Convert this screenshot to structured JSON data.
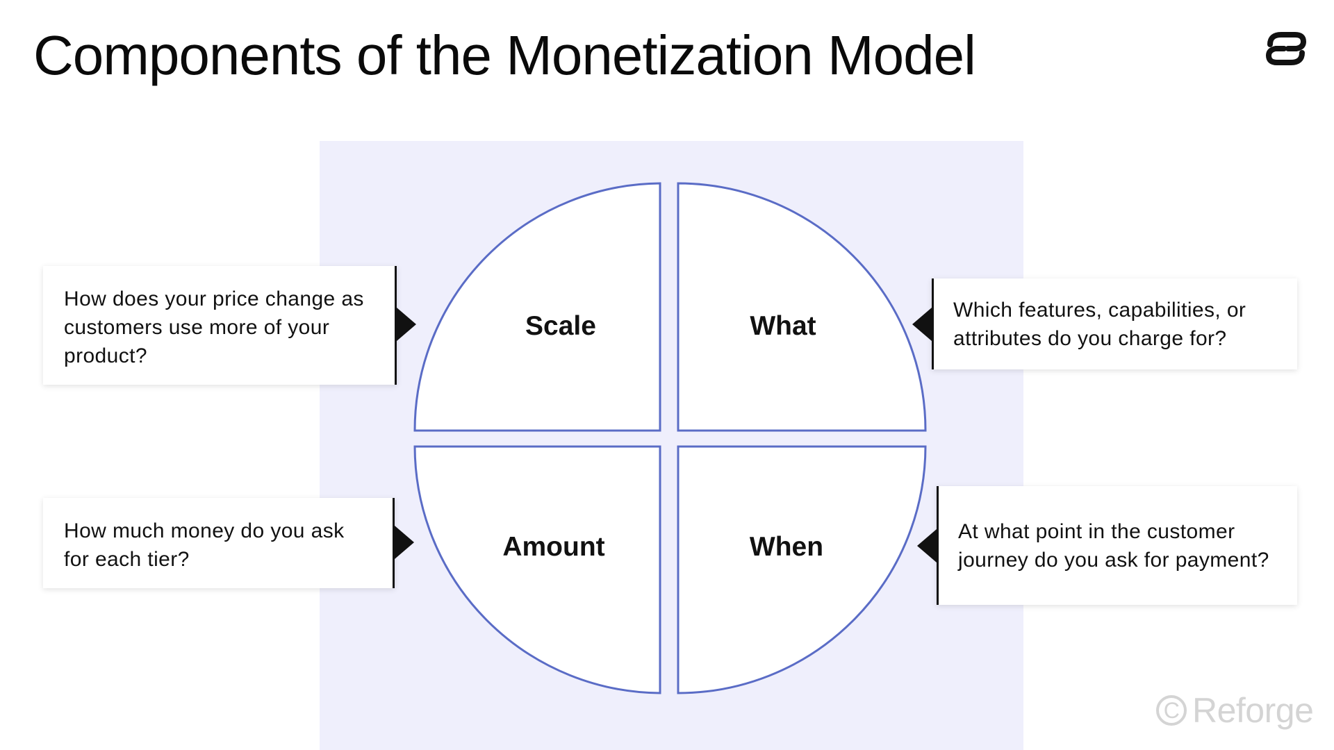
{
  "title": "Components of the Monetization Model",
  "brand": {
    "logo_icon": "reforge-logo-icon",
    "watermark_symbol": "C",
    "watermark_text": "Reforge"
  },
  "colors": {
    "panel": "#efeffc",
    "circle_stroke": "#5a6cc6",
    "quadrant_fill": "#ffffff",
    "text": "#111111",
    "watermark": "#d4d4d4"
  },
  "quadrants": {
    "scale": "Scale",
    "what": "What",
    "amount": "Amount",
    "when": "When"
  },
  "callouts": {
    "scale": "How does your price change as customers use more of your product?",
    "what": "Which features, capabilities, or attributes do you charge for?",
    "amount": "How much money do you ask for each tier?",
    "when": "At what point in the customer journey do you ask for payment?"
  }
}
